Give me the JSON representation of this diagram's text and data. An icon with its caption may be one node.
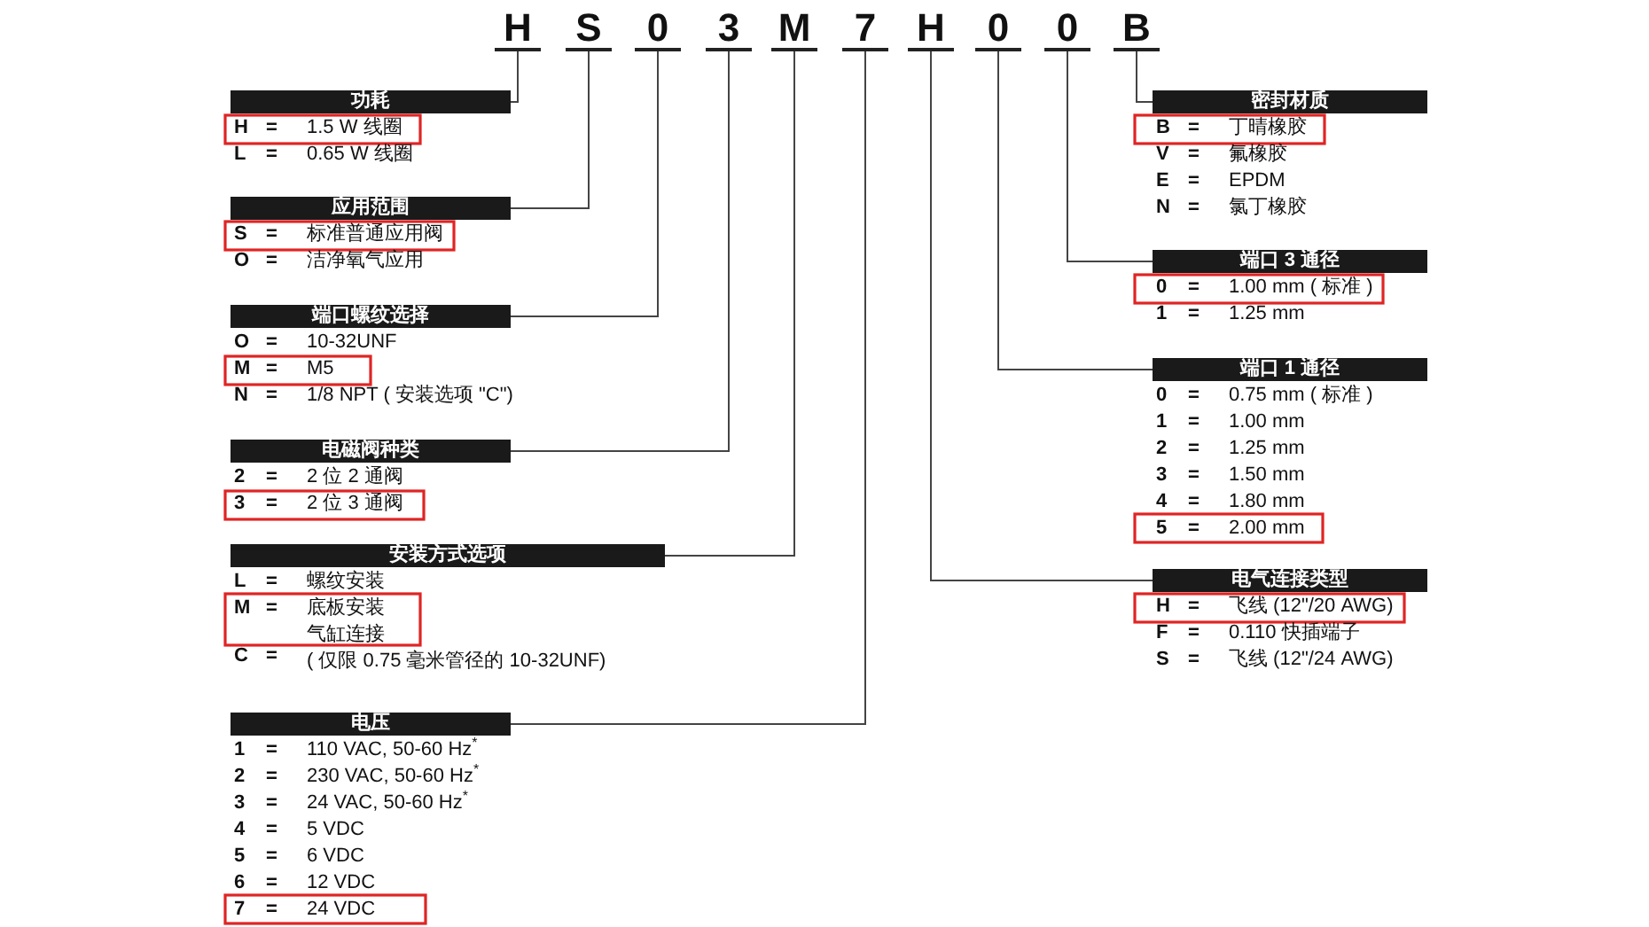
{
  "diagram": {
    "nodes": [
      {
        "text": [
          "H"
        ]
      },
      {
        "text": [
          "S"
        ]
      },
      {
        "text": [
          "0"
        ]
      },
      {
        "text": [
          "3"
        ]
      },
      {
        "text": [
          "M"
        ]
      },
      {
        "text": [
          "7"
        ]
      },
      {
        "text": [
          "H"
        ]
      },
      {
        "text": [
          "0"
        ]
      },
      {
        "text": [
          "0"
        ]
      },
      {
        "text": [
          "B"
        ]
      },
      {
        "text": [
          "功耗"
        ],
        "beside": [
          "H",
          "=",
          "1.5 W 线圈",
          "L",
          "=",
          "0.65 W 线圈"
        ]
      },
      {
        "text": [
          "应用范围"
        ],
        "beside": [
          "S",
          "=",
          "标准普通应用阀",
          "O",
          "=",
          "洁净氧气应用"
        ]
      },
      {
        "text": [
          "端口螺纹选择"
        ],
        "beside": [
          "O",
          "=",
          "10-32UNF",
          "M",
          "=",
          "M5",
          "N",
          "=",
          "1/8 NPT ( 安装选项 \"C\")"
        ]
      },
      {
        "text": [
          "电磁阀种类"
        ],
        "beside": [
          "2",
          "=",
          "2 位 2 通阀",
          "3",
          "=",
          "2 位 3 通阀"
        ]
      },
      {
        "text": [
          "安装方式选项"
        ],
        "beside": [
          "L",
          "=",
          "螺纹安装",
          "M",
          "=",
          "底板安装",
          "C",
          "=",
          "气缸连接 ( 仅限 0.75 毫米管径的 10-32UNF)"
        ]
      },
      {
        "text": [
          "电压"
        ],
        "beside": [
          "1",
          "=",
          "110 VAC, 50-60 Hz$^{*}$",
          "2",
          "=",
          "230 VAC, 50-60 Hz$^{*}$",
          "3",
          "=",
          "24 VAC, 50-60 Hz$^{*}$",
          "4",
          "=",
          "5 VDC",
          "5",
          "=",
          "6 VDC",
          "6",
          "=",
          "12 VDC",
          "7",
          "=",
          "24 VDC"
        ]
      },
      {
        "text": [
          "密封材质"
        ],
        "beside": [
          "B",
          "=",
          "丁晴橡胶",
          "V",
          "=",
          "氟橡胶",
          "E",
          "=",
          "EPDM",
          "N",
          "=",
          "氯丁橡胶"
        ]
      },
      {
        "text": [
          "端口 3 通径"
        ],
        "beside": [
          "0",
          "=",
          "1.00 mm ( 标准 )",
          "1",
          "=",
          "1.25 mm"
        ]
      },
      {
        "text": [
          "端口 1 通径"
        ],
        "beside": [
          "0",
          "=",
          "0.75 mm ( 标准 )",
          "1",
          "=",
          "1.00 mm",
          "2",
          "=",
          "1.25 mm",
          "3",
          "=",
          "1.50 mm",
          "4",
          "=",
          "1.80 mm",
          "5",
          "=",
          "2.00 mm"
        ]
      },
      {
        "text": [
          "电气连接类型"
        ],
        "beside": [
          "H",
          "=",
          "飞线 (12\"/20 AWG)",
          "F",
          "=",
          "0.110 快插端子",
          "S",
          "=",
          "飞线 (12\"/24 AWG)"
        ]
      }
    ],
    "edges": [
      {
        "from": 0,
        "to": 10,
        "arrow": "none"
      },
      {
        "from": 1,
        "to": 11,
        "arrow": "none"
      },
      {
        "from": 2,
        "to": 12,
        "arrow": "none"
      },
      {
        "from": 3,
        "to": 13,
        "arrow": "none"
      },
      {
        "from": 4,
        "to": 14,
        "arrow": "none"
      },
      {
        "from": 5,
        "to": 15,
        "arrow": "none"
      },
      {
        "from": 6,
        "to": 19,
        "arrow": "none"
      },
      {
        "from": 7,
        "to": 18,
        "arrow": "none"
      },
      {
        "from": 8,
        "to": 17,
        "arrow": "none"
      },
      {
        "from": 9,
        "to": 16,
        "arrow": "none"
      }
    ]
  }
}
